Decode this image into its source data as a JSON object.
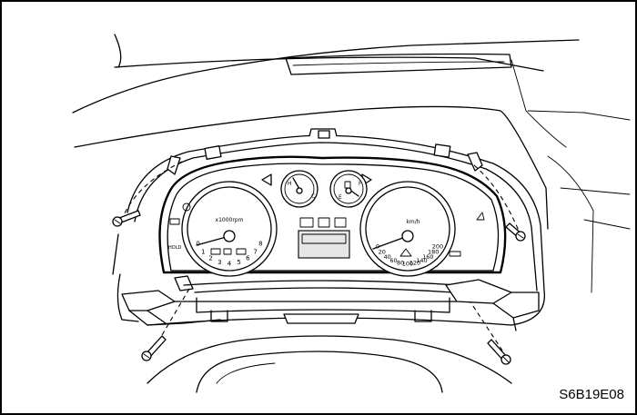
{
  "figure": {
    "code": "S6B19E08"
  },
  "cluster": {
    "tachometer": {
      "ticks": [
        "0",
        "1",
        "2",
        "3",
        "4",
        "5",
        "6",
        "7",
        "8"
      ],
      "unit": "x1000rpm"
    },
    "speedometer": {
      "ticks": [
        "0",
        "20",
        "40",
        "60",
        "80",
        "100",
        "120",
        "140",
        "160",
        "180",
        "200"
      ],
      "unit": "km/h"
    },
    "temperature_gauge": {
      "labels": [
        "H",
        "C"
      ]
    },
    "fuel_gauge": {
      "labels": [
        "F",
        "E"
      ]
    },
    "hold_label": "HOLD"
  },
  "screws": {
    "count": 4
  }
}
